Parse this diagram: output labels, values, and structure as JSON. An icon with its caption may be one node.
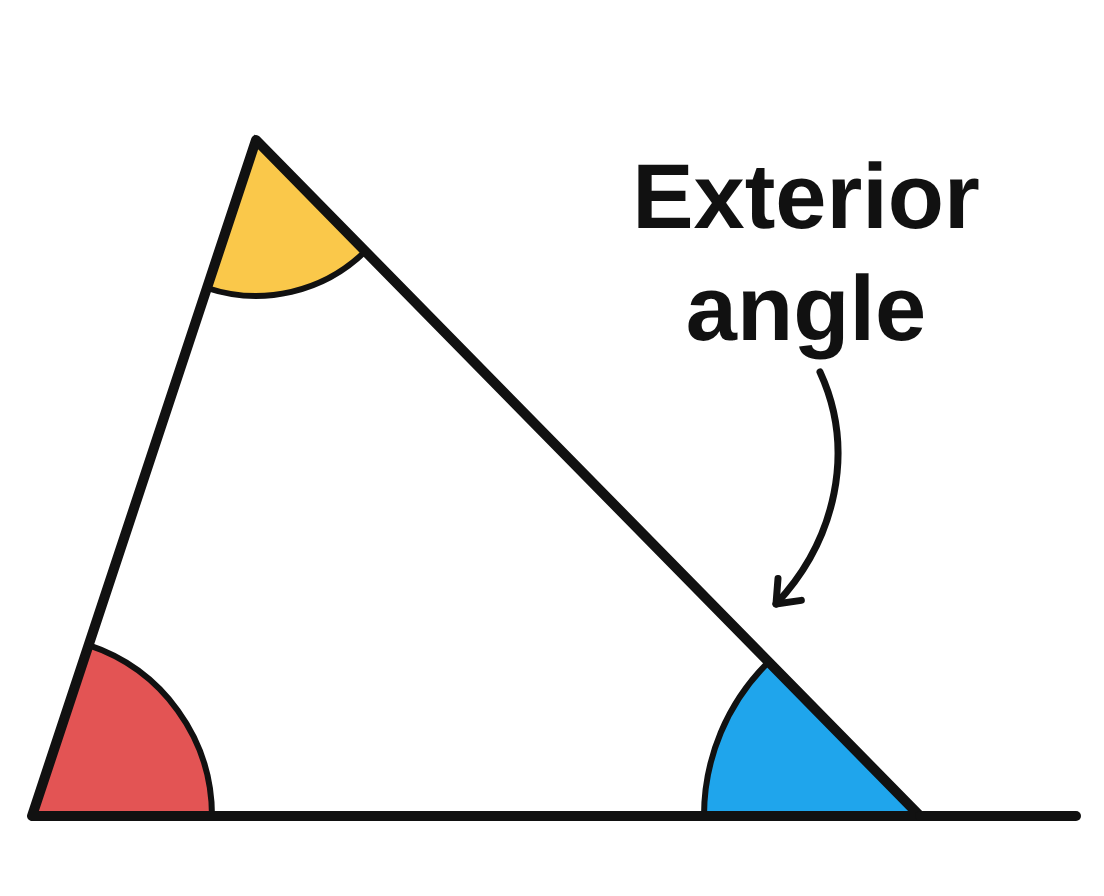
{
  "diagram": {
    "nodes": [
      {
        "text": [
          "Exterior angle"
        ]
      },
      {
        "text": [],
        "shape": "triangle"
      }
    ],
    "edges": [
      {
        "from": 0,
        "to": 1,
        "arrow": "to"
      }
    ]
  }
}
